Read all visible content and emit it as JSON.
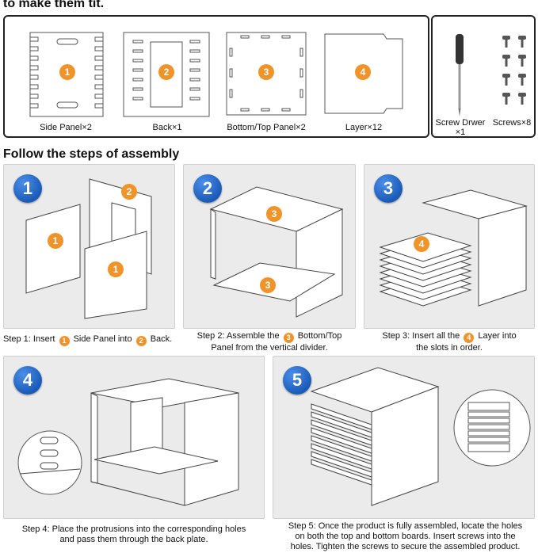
{
  "top_heading": "to make them tit.",
  "parts": [
    {
      "num": "1",
      "label": "Side Panel×2"
    },
    {
      "num": "2",
      "label": "Back×1"
    },
    {
      "num": "3",
      "label": "Bottom/Top Panel×2"
    },
    {
      "num": "4",
      "label": "Layer×12"
    }
  ],
  "tools": {
    "screwdriver_label": "Screw Drwer",
    "screwdriver_qty": "×1",
    "screws_label": "Screws×8"
  },
  "steps_heading": "Follow the steps of assembly",
  "steps": [
    {
      "num": "1",
      "text_a": "Step 1: Insert",
      "n1": "1",
      "text_b": "Side Panel into",
      "n2": "2",
      "text_c": "Back."
    },
    {
      "num": "2",
      "text_a": "Step 2: Assemble the",
      "n1": "3",
      "text_b": "Bottom/Top",
      "text_c": "Panel from the vertical divider."
    },
    {
      "num": "3",
      "text_a": "Step 3: Insert all the",
      "n1": "4",
      "text_b": "Layer into",
      "text_c": "the slots in order."
    },
    {
      "num": "4",
      "line1": "Step 4: Place the protrusions into the corresponding holes",
      "line2": "and pass them through the back plate."
    },
    {
      "num": "5",
      "line1": "Step 5: Once the product is fully assembled, locate the holes",
      "line2": "on both the top and bottom boards. Insert screws into the",
      "line3": "holes. Tighten the screws to secure the assembled product."
    }
  ],
  "diagram_labels": {
    "s1_a": "1",
    "s1_b": "2",
    "s1_c": "1",
    "s2_a": "3",
    "s2_b": "3",
    "s3_a": "4"
  }
}
